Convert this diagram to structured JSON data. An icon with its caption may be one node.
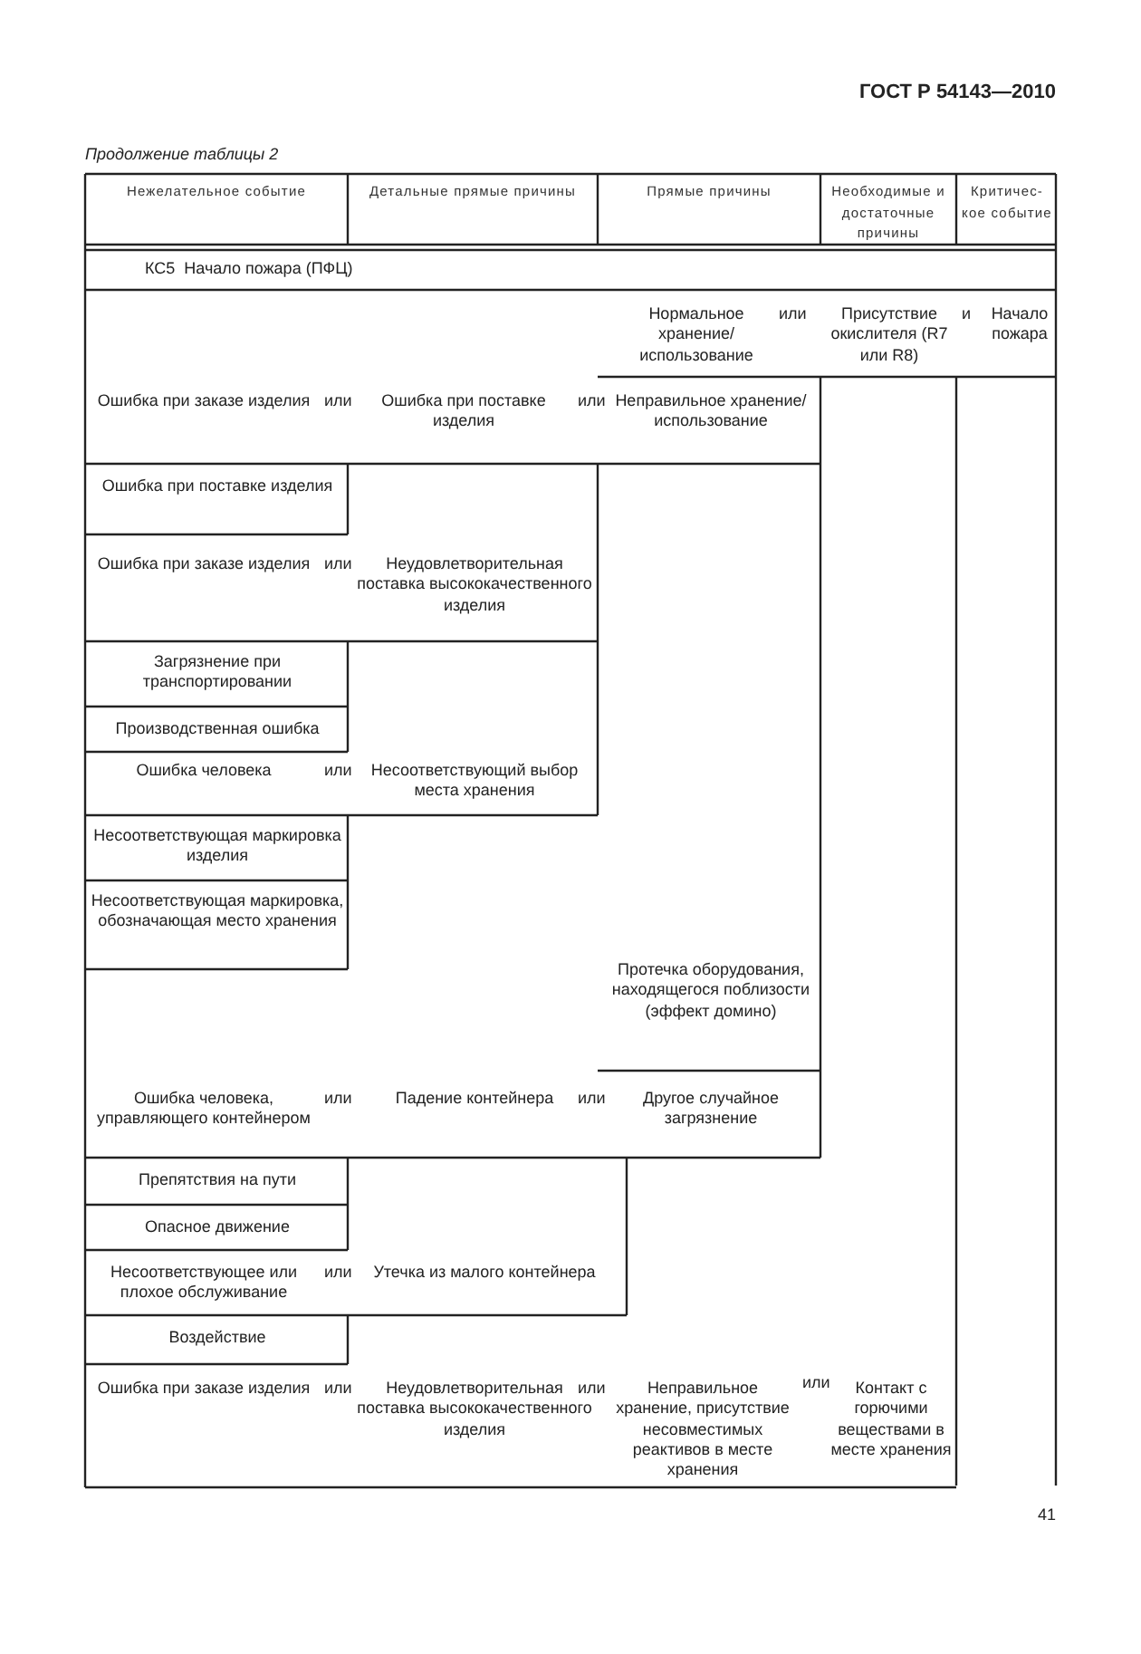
{
  "diagram": {
    "labels": [
      "ГОСТ Р 54143—2010",
      "Продолжение таблицы 2",
      "Нежелательное событие",
      "Детальные прямые причины",
      "Прямые причины",
      "Необходимые и достаточные причины",
      "Критичес-кое событие",
      "КС5  Начало пожара (ПФЦ)",
      "Нормальное хранение/ использование",
      "или",
      "Присутствие окислителя (R7 или R8)",
      "и",
      "Начало пожара",
      "Ошибка при заказе изделия",
      "или",
      "Ошибка при поставке изделия",
      "или",
      "Неправильное хранение/ использование",
      "Ошибка при поставке изделия",
      "Ошибка при заказе изделия",
      "или",
      "Неудовлетворительная поставка высококачественного изделия",
      "Загрязнение при транспортировании",
      "Производственная ошибка",
      "Ошибка человека",
      "или",
      "Несоответствующий выбор места хранения",
      "Несоответствующая маркировка изделия",
      "Несоответствующая маркировка, обозначающая место хранения",
      "Протечка оборудования, находящегося поблизости (эффект домино)",
      "Ошибка человека, управляющего контейнером",
      "или",
      "Падение контейнера",
      "или",
      "Другое случайное загрязнение",
      "Препятствия на пути",
      "Опасное движение",
      "Несоответствующее или плохое обслуживание",
      "или",
      "Утечка из малого контейнера",
      "Воздействие",
      "Ошибка при заказе изделия",
      "или",
      "Неудовлетворительная поставка высококачественного изделия",
      "или",
      "Неправильное хранение, присутствие несовместимых реактивов в месте хранения",
      "или",
      "Контакт с горючими веществами в месте хранения",
      "41"
    ]
  }
}
